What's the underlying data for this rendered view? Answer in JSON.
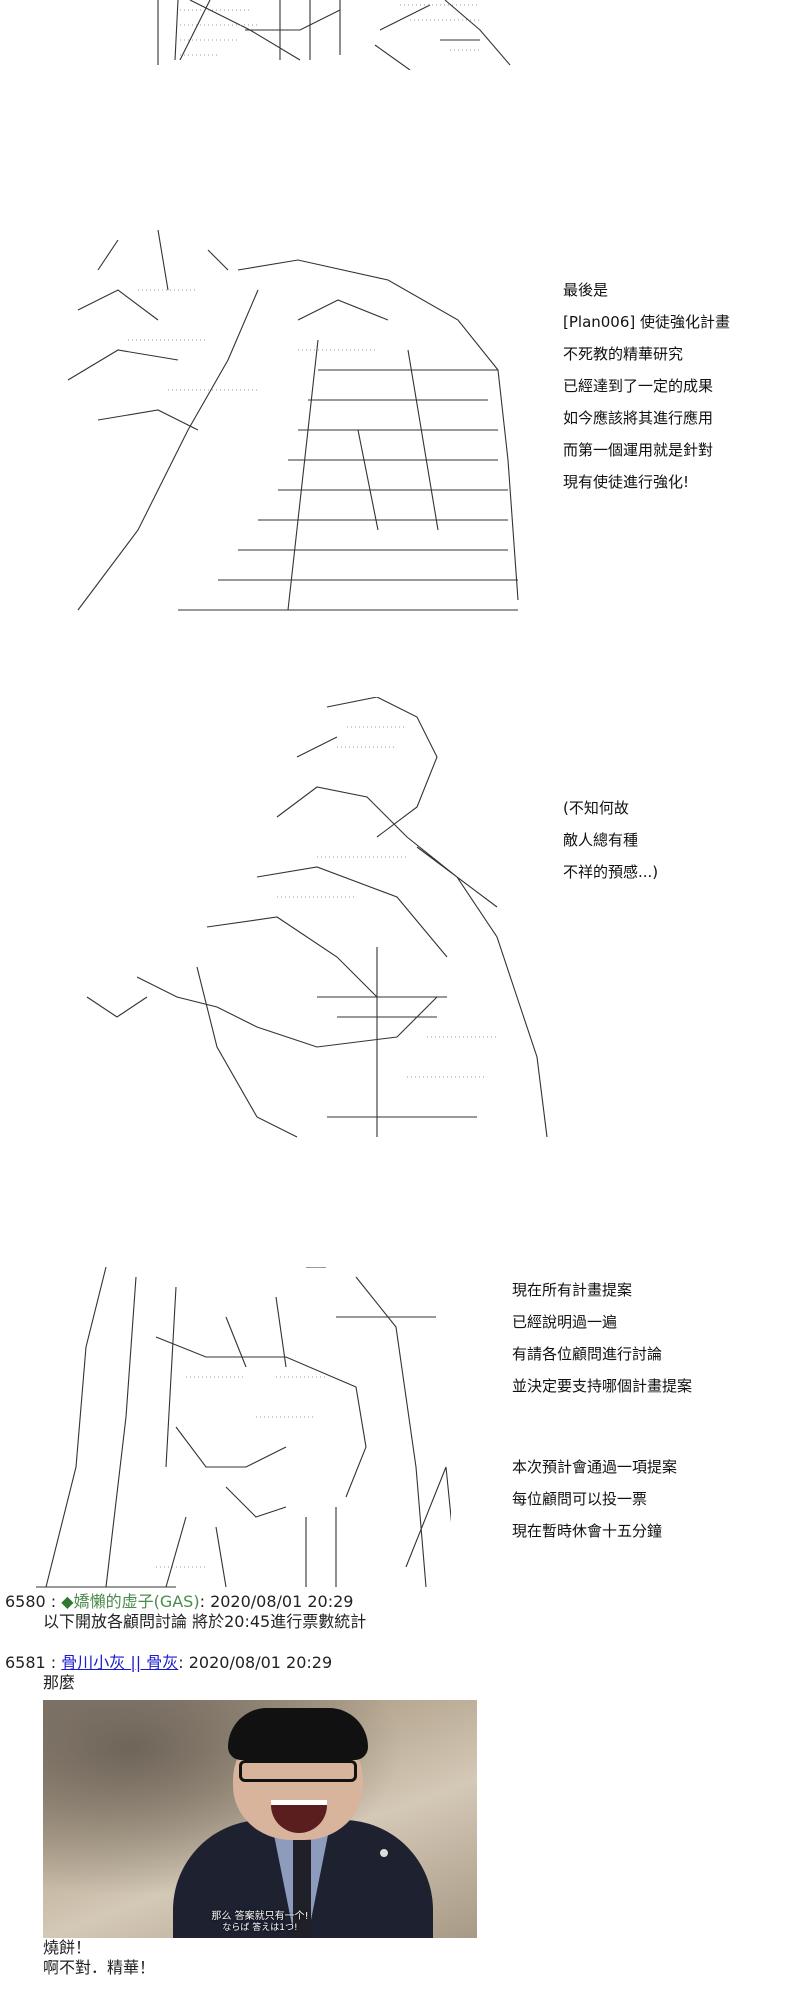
{
  "aa_blocks": {
    "block1": [
      "最後是",
      "[Plan006] 使徒強化計畫",
      "不死教的精華研究",
      "已經達到了一定的成果",
      "如今應該將其進行應用",
      "而第一個運用就是針對",
      "現有使徒進行強化!"
    ],
    "block2": [
      "(不知何故",
      "敵人總有種",
      "不祥的預感...)"
    ],
    "block3a": [
      "現在所有計畫提案",
      "已經說明過一遍",
      "有請各位顧問進行討論",
      "並決定要支持哪個計畫提案"
    ],
    "block3b": [
      "本次預計會通過一項提案",
      "每位顧問可以投一票",
      "現在暫時休會十五分鐘"
    ]
  },
  "posts": [
    {
      "number": "6580",
      "sep": " : ",
      "trip_mark": "◆",
      "author": "嬌懶的虚子(GAS)",
      "timestamp": ": 2020/08/01 20:29",
      "body": [
        "以下開放各顧問討論 將於20:45進行票數統計"
      ]
    },
    {
      "number": "6581",
      "sep": " : ",
      "author": "骨川小灰 || 骨灰",
      "timestamp": ": 2020/08/01 20:29",
      "body_before": "那麼",
      "image_subtitle": [
        "那么 答案就只有一个!",
        "ならば 答えは1つ!"
      ],
      "body_after": [
        "燒餅！",
        "啊不對．精華！"
      ]
    }
  ],
  "colors": {
    "author_green": "#4c8a4c",
    "link_blue": "#1a1ad0"
  }
}
